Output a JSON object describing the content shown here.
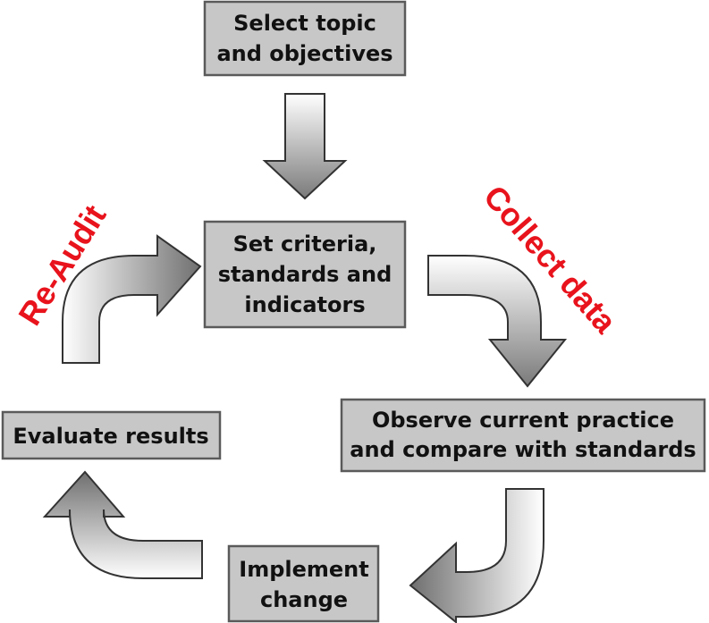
{
  "boxes": {
    "select": [
      "Select topic",
      "and objectives"
    ],
    "criteria": [
      "Set criteria,",
      "standards and",
      "indicators"
    ],
    "observe": [
      "Observe current practice",
      "and compare with standards"
    ],
    "implement": [
      "Implement",
      "change"
    ],
    "evaluate": [
      "Evaluate results"
    ]
  },
  "labels": {
    "collect": "Collect data",
    "reaudit": "Re-Audit"
  },
  "colors": {
    "box_fill": "#c7c7c7",
    "label_red": "#e8131c"
  },
  "icons": {
    "down_arrow": "arrow-down-icon",
    "collect_arrow": "curved-arrow-down-icon",
    "observe_arrow": "curved-arrow-left-icon",
    "implement_arrow": "curved-arrow-up-icon",
    "reaudit_arrow": "curved-arrow-right-icon"
  }
}
